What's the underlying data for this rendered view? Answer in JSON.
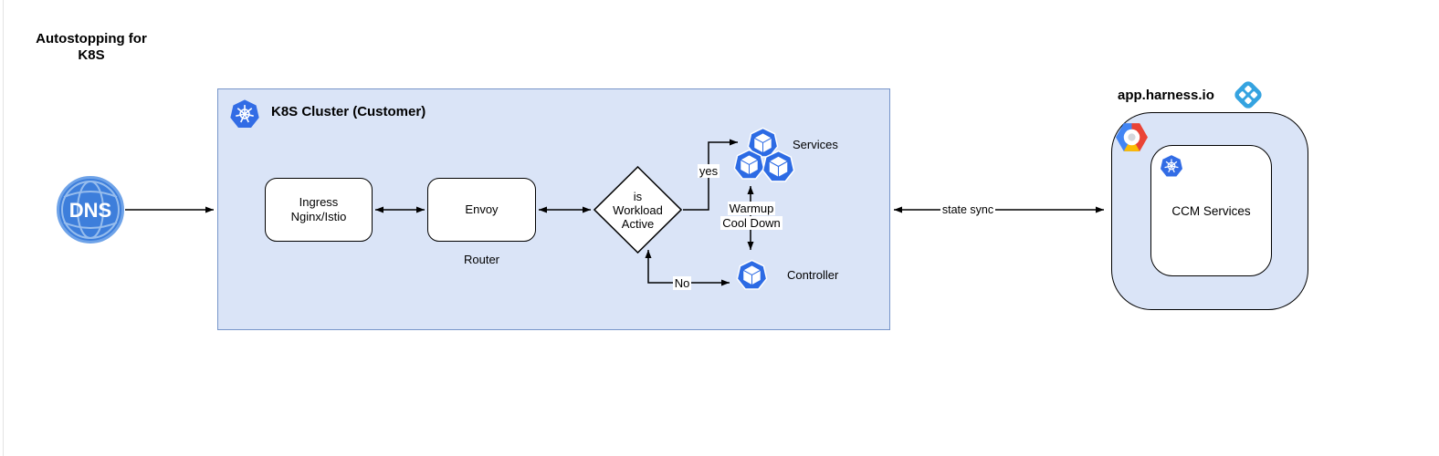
{
  "diagram": {
    "title": {
      "line1": "Autostopping for",
      "line2": "K8S"
    },
    "dns": {
      "label": "DNS"
    },
    "cluster": {
      "title": "K8S Cluster (Customer)",
      "nodes": {
        "ingress": {
          "line1": "Ingress",
          "line2": "Nginx/Istio"
        },
        "envoy": {
          "label": "Envoy",
          "caption": "Router"
        },
        "decision": {
          "line1": "is",
          "line2": "Workload",
          "line3": "Active"
        },
        "services": {
          "label": "Services"
        },
        "controller": {
          "label": "Controller"
        }
      },
      "edges": {
        "yes_label": "yes",
        "no_label": "No",
        "warmup_line1": "Warmup",
        "warmup_line2": "Cool Down"
      }
    },
    "harness": {
      "domain": "app.harness.io",
      "ccm_label": "CCM Services"
    },
    "edges": {
      "state_sync_label": "state sync"
    },
    "icons": {
      "dns": "dns-globe-icon",
      "kubernetes": "kubernetes-icon",
      "workload": "workload-cube-icon",
      "harness": "harness-logo-icon",
      "gcp": "google-cloud-icon"
    },
    "colors": {
      "cluster_fill": "#dae4f7",
      "cluster_border": "#7795c9",
      "kubernetes_blue": "#326ce5",
      "workload_blue": "#2d6be4",
      "dns_blue": "#3d7edb",
      "harness_blue": "#35a3e0",
      "gcp_blue": "#4285f4",
      "gcp_red": "#ea4335",
      "gcp_yellow": "#fbbc05",
      "connector": "#000000"
    }
  }
}
